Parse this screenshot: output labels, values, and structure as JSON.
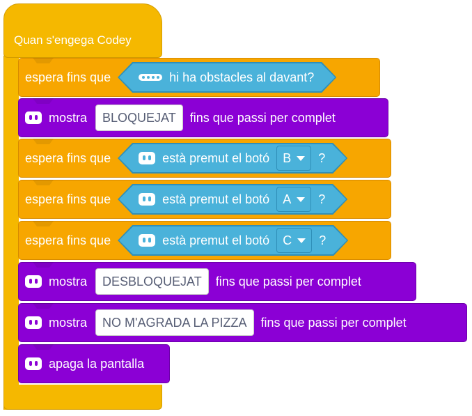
{
  "hat": {
    "label": "Quan s'engega Codey"
  },
  "blocks": [
    {
      "type": "wait",
      "prefix": "espera fins que",
      "condition": "hi ha obstacles al davant?"
    },
    {
      "type": "show",
      "prefix": "mostra",
      "value": "BLOQUEJAT",
      "suffix": "fins que passi per complet"
    },
    {
      "type": "wait",
      "prefix": "espera fins que",
      "condition": "està premut el botó",
      "option": "B",
      "end": "?"
    },
    {
      "type": "wait",
      "prefix": "espera fins que",
      "condition": "està premut el botó",
      "option": "A",
      "end": "?"
    },
    {
      "type": "wait",
      "prefix": "espera fins que",
      "condition": "està premut el botó",
      "option": "C",
      "end": "?"
    },
    {
      "type": "show",
      "prefix": "mostra",
      "value": "DESBLOQUEJAT",
      "suffix": "fins que passi per complet"
    },
    {
      "type": "show",
      "prefix": "mostra",
      "value": "NO M'AGRADA LA PIZZA",
      "suffix": "fins que passi per complet"
    },
    {
      "type": "clear",
      "label": "apaga la pantalla"
    }
  ],
  "colors": {
    "event": "#f5b800",
    "control": "#f7a600",
    "display": "#8b00d5",
    "sensing": "#4ab2da"
  },
  "icons": {
    "ultrasonic": "ultrasonic-sensor-icon",
    "codey": "codey-face-icon"
  }
}
